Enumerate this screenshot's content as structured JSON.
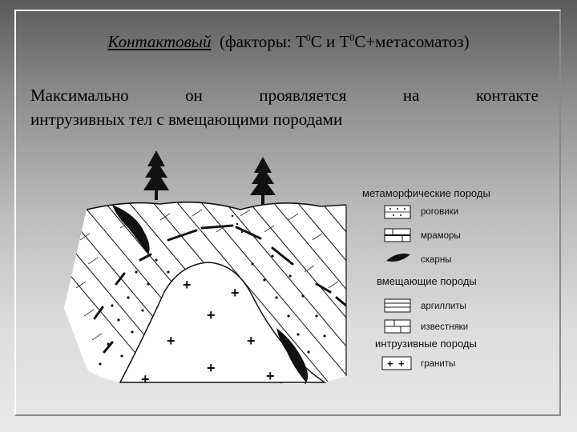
{
  "title": {
    "emphasis": "Контактовый",
    "part1": "(факторы: T",
    "sup1": "0",
    "part2": "C и T",
    "sup2": "0",
    "part3": "C+метасоматоз)"
  },
  "body": {
    "line1_words": [
      "Максимально",
      "он",
      "проявляется",
      "на",
      "контакте"
    ],
    "line2": "интрузивных тел с вмещающими породами"
  },
  "diagram": {
    "legend": {
      "metamorphic_heading": "метаморфические породы",
      "hornfels": "роговики",
      "marbles": "мраморы",
      "skarns": "скарны",
      "host_heading": "вмещающие породы",
      "argillites": "аргиллиты",
      "limestones": "известняки",
      "intrusive_heading": "интрузивные породы",
      "granites": "граниты"
    }
  }
}
